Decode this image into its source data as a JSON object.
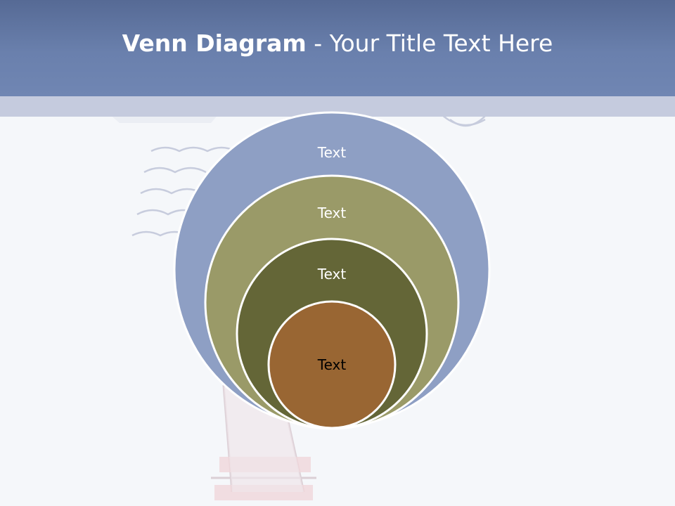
{
  "slide": {
    "title_bold": "Venn Diagram",
    "title_rest": " - Your Title Text Here"
  },
  "diagram": {
    "circles": [
      {
        "label": "Text",
        "fill": "#8e9fc4",
        "text_color": "#ffffff"
      },
      {
        "label": "Text",
        "fill": "#9a9a68",
        "text_color": "#ffffff"
      },
      {
        "label": "Text",
        "fill": "#646637",
        "text_color": "#ffffff"
      },
      {
        "label": "Text",
        "fill": "#996633",
        "text_color": "#000000"
      }
    ]
  },
  "colors": {
    "title_bar": "#6a80ad",
    "background": "#f5f7fa"
  }
}
